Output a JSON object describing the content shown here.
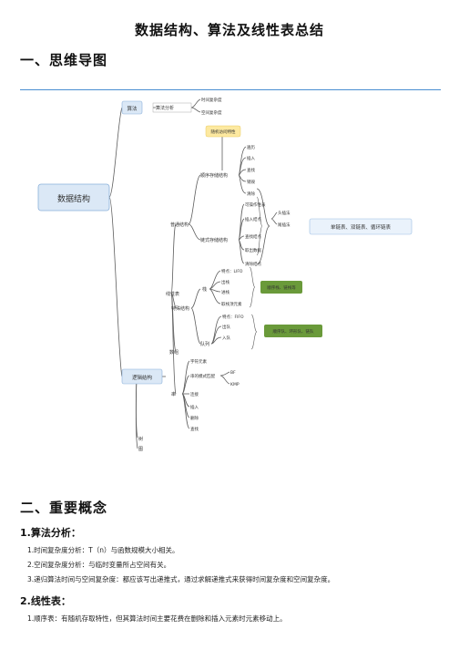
{
  "page_title": "数据结构、算法及线性表总结",
  "section1": {
    "heading": "一、思维导图"
  },
  "mindmap": {
    "root": "数据结构",
    "algorithm": "算法",
    "algo_analysis": "算法分析",
    "time_complexity": "时间复杂度",
    "space_complexity": "空间复杂度",
    "logical": "逻辑结构",
    "linear_table": "线性表",
    "general_linear": "普通结构",
    "sequential": "顺序存储结构",
    "random_access_callout": "随机访问特性",
    "seq_ops": [
      "遍历",
      "插入",
      "查找",
      "销毁",
      "清除"
    ],
    "linked": "链式存储结构",
    "linked_ops": [
      "可操作性表",
      "插入结点",
      "查找结点",
      "取出数据",
      "清除结点"
    ],
    "head_insert": "头插法",
    "tail_insert": "尾插法",
    "linked_callout": "单链表、双链表、循环链表",
    "restricted": "特殊结构",
    "stack": "栈",
    "stack_items": [
      "特点：LIFO",
      "出栈",
      "进栈",
      "取栈顶元素"
    ],
    "stack_callout": "顺序栈、链栈等",
    "queue": "队列",
    "queue_items": [
      "特点：FIFO",
      "出队",
      "入队"
    ],
    "queue_callout": "顺序队、环形队、链队",
    "array": "数组",
    "string": "串",
    "string_items": [
      "字符元素",
      "串的模式匹配",
      "连接",
      "插入",
      "删除",
      "查找"
    ],
    "bf": "BF",
    "kmp": "KMP",
    "tree": "树",
    "graph": "图"
  },
  "section2": {
    "heading": "二、重要概念"
  },
  "sub1": {
    "heading": "1.算法分析：",
    "items": [
      "1.时间复杂度分析：T（n）与函数规模大小相关。",
      "2.空间复杂度分析：与临时变量所占空间有关。",
      "3.递归算法时间与空间复杂度：都应该写出递推式，通过求解递推式来获得时间复杂度和空间复杂度。"
    ]
  },
  "sub2": {
    "heading": "2.线性表：",
    "items": [
      "1.顺序表：有随机存取特性，但其算法时间主要花费在删除和插入元素时元素移动上。"
    ]
  },
  "colors": {
    "accent_blue": "#4a8fd1",
    "node_fill": "#dbe8f6",
    "node_stroke": "#8ab0da",
    "callout_yellow": "#fde9a0",
    "callout_green": "#6a9a3a",
    "edge": "#5e5e5e"
  }
}
